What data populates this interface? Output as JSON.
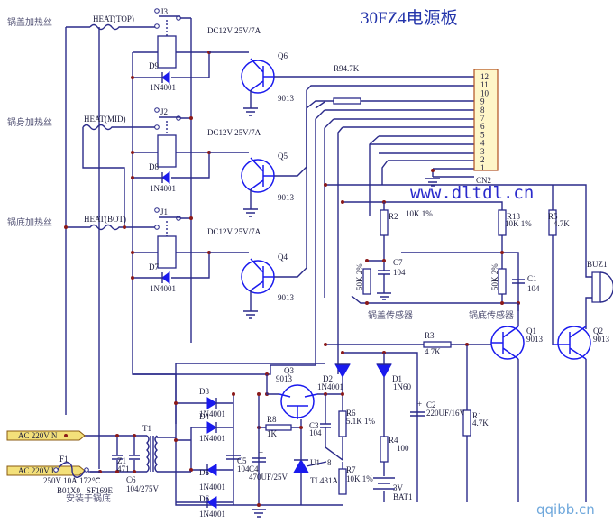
{
  "title": "30FZ4电源板",
  "watermarks": {
    "main": "www.dltdl.cn",
    "corner": "qqibb.cn"
  },
  "heaters": [
    {
      "cn_label": "锅盖加热丝",
      "name": "HEAT(TOP)",
      "relay": "J3",
      "diode": "D9",
      "diode_part": "1N4001",
      "relay_spec": "DC12V 25V/7A",
      "transistor": "Q6",
      "transistor_part": "9013"
    },
    {
      "cn_label": "锅身加热丝",
      "name": "HEAT(MID)",
      "relay": "J2",
      "diode": "D8",
      "diode_part": "1N4001",
      "relay_spec": "DC12V 25V/7A",
      "transistor": "Q5",
      "transistor_part": "9013"
    },
    {
      "cn_label": "锅底加热丝",
      "name": "HEAT(BOT)",
      "relay": "J1",
      "diode": "D7",
      "diode_part": "1N4001",
      "relay_spec": "DC12V 25V/7A",
      "transistor": "Q4",
      "transistor_part": "9013"
    }
  ],
  "connector": {
    "name": "CN2",
    "pins": [
      "12",
      "11",
      "10",
      "9",
      "8",
      "7",
      "6",
      "5",
      "4",
      "3",
      "2",
      "1"
    ]
  },
  "resistors": {
    "R9": "R94.7K",
    "R2": {
      "name": "R2",
      "value": "10K 1%"
    },
    "R13": {
      "name": "R13",
      "value": "10K 1%"
    },
    "R5": {
      "name": "R5",
      "value": "4.7K"
    },
    "R3": {
      "name": "R3",
      "value": "4.7K"
    },
    "R1": {
      "name": "R1",
      "value": "4.7K"
    },
    "R6": {
      "name": "R6",
      "value": "5.1K 1%"
    },
    "R7": {
      "name": "R7",
      "value": "10K 1%"
    },
    "R4": {
      "name": "R4",
      "value": "100"
    },
    "R8": {
      "name": "R8",
      "value": "1K"
    }
  },
  "thermistors": {
    "top": "50K 2%",
    "bottom": "50K 2%"
  },
  "capacitors": {
    "C7": {
      "name": "C7",
      "value": "104"
    },
    "C1": {
      "name": "C1",
      "value": "104"
    },
    "C2": {
      "name": "C2",
      "value": "220UF/16V"
    },
    "C3": {
      "name": "C3",
      "value": "104"
    },
    "C4": {
      "name": "C4",
      "value": "470UF/25V"
    },
    "C5": {
      "name": "C5",
      "value": "104"
    },
    "C6": {
      "name": "C6",
      "value": "104/275V"
    }
  },
  "sensors": {
    "top": "锅盖传感器",
    "bottom": "锅底传感器"
  },
  "buzzer": "BUZ1",
  "q1": {
    "name": "Q1",
    "part": "9013"
  },
  "q2": {
    "name": "Q2",
    "part": "9013"
  },
  "q3": {
    "name": "Q3",
    "part": "9013"
  },
  "d1": {
    "name": "D1",
    "part": "1N60"
  },
  "d2": {
    "name": "D2",
    "part": "1N4001"
  },
  "bridge": [
    {
      "name": "D3",
      "part": "1N4001"
    },
    {
      "name": "D4",
      "part": "1N4001"
    },
    {
      "name": "D5",
      "part": "1N4001"
    },
    {
      "name": "D6",
      "part": "1N4001"
    }
  ],
  "u1": {
    "name": "U1",
    "pin": "8",
    "part": "TL431A"
  },
  "battery": {
    "voltage": "3V",
    "name": "BAT1"
  },
  "transformer": "T1",
  "varistor": {
    "name": "Z1",
    "value": "471"
  },
  "ac_n": "AC 220V N",
  "ac_l": "AC 220V L",
  "fuse": {
    "name": "F1",
    "rating": "250V 10A",
    "temp": "172℃",
    "code1": "B01X0",
    "code2": "SF169E",
    "note": "安装于锅底"
  }
}
